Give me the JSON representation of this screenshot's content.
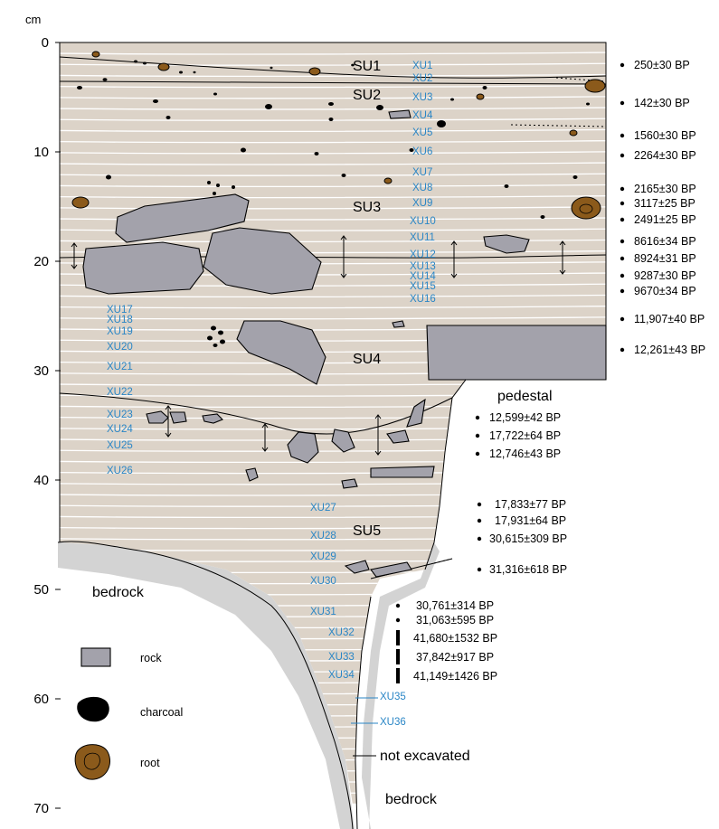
{
  "axis": {
    "unit": "cm",
    "ticks": [
      "0",
      "10",
      "20",
      "30",
      "40",
      "50",
      "60",
      "70"
    ]
  },
  "units": {
    "su1": "SU1",
    "su2": "SU2",
    "su3": "SU3",
    "su4": "SU4",
    "su5": "SU5"
  },
  "xu": [
    "XU1",
    "XU2",
    "XU3",
    "XU4",
    "XU5",
    "XU6",
    "XU7",
    "XU8",
    "XU9",
    "XU10",
    "XU11",
    "XU12",
    "XU13",
    "XU14",
    "XU15",
    "XU16",
    "XU17",
    "XU18",
    "XU19",
    "XU20",
    "XU21",
    "XU22",
    "XU23",
    "XU24",
    "XU25",
    "XU26",
    "XU27",
    "XU28",
    "XU29",
    "XU30",
    "XU31",
    "XU32",
    "XU33",
    "XU34",
    "XU35",
    "XU36"
  ],
  "dates_upper": [
    "250±30 BP",
    "142±30 BP",
    "1560±30 BP",
    "2264±30 BP",
    "2165±30 BP",
    "3117±25 BP",
    "2491±25 BP",
    "8616±34 BP",
    "8924±31 BP",
    "9287±30 BP",
    "9670±34 BP",
    "11,907±40 BP",
    "12,261±43 BP"
  ],
  "dates_pedestal": [
    "12,599±42 BP",
    "17,722±64 BP",
    "12,746±43 BP"
  ],
  "dates_lower": [
    "17,833±77 BP",
    "17,931±64 BP",
    "30,615±309 BP",
    "31,316±618 BP",
    "30,761±314 BP",
    "31,063±595 BP",
    "41,680±1532 BP",
    "37,842±917 BP",
    "41,149±1426 BP"
  ],
  "labels": {
    "pedestal": "pedestal",
    "bedrock_left": "bedrock",
    "bedrock_bottom": "bedrock",
    "not_excavated": "not excavated"
  },
  "legend": {
    "rock": "rock",
    "charcoal": "charcoal",
    "root": "root"
  },
  "colors": {
    "sediment": "#dcd3c8",
    "bedrock": "#d3d3d3",
    "rock": "#a3a2ab",
    "charcoal": "#000000",
    "root": "#8b5a1b",
    "xu_label": "#2a86c6"
  }
}
